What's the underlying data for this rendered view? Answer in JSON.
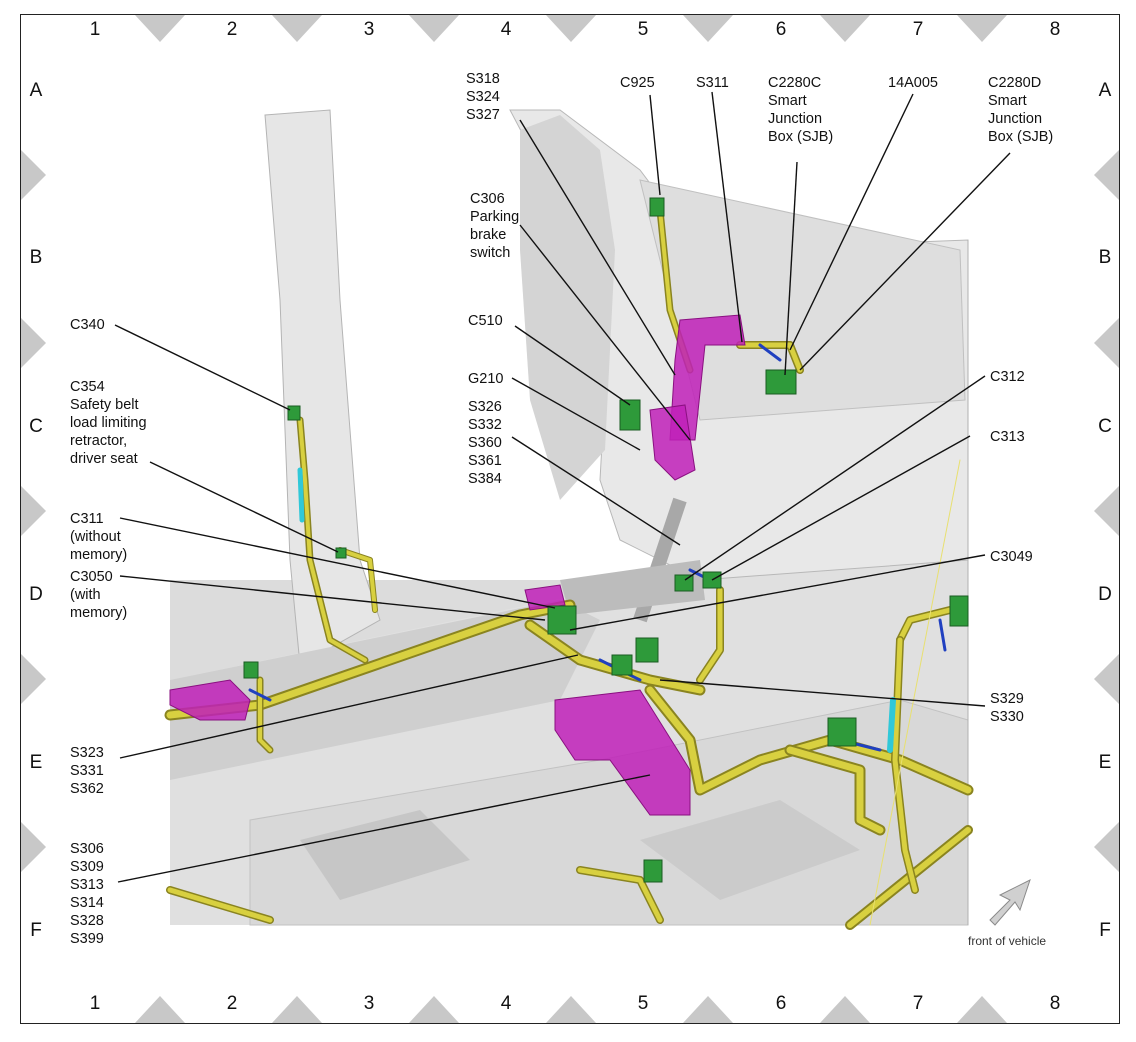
{
  "grid": {
    "columns": [
      "1",
      "2",
      "3",
      "4",
      "5",
      "6",
      "7",
      "8"
    ],
    "rows": [
      "A",
      "B",
      "C",
      "D",
      "E",
      "F"
    ]
  },
  "callouts": {
    "s318_s324_s327": "S318\nS324\nS327",
    "c925": "C925",
    "s311": "S311",
    "c2280c": "C2280C\nSmart\nJunction\nBox (SJB)",
    "a14005": "14A005",
    "c2280d": "C2280D\nSmart\nJunction\nBox (SJB)",
    "c306": "C306\nParking\nbrake\nswitch",
    "c340": "C340",
    "c510": "C510",
    "c354": "C354\nSafety belt\nload limiting\nretractor,\ndriver seat",
    "g210": "G210",
    "s326_group": "S326\nS332\nS360\nS361\nS384",
    "c312": "C312",
    "c313": "C313",
    "c311": "C311\n(without\nmemory)",
    "c3050": "C3050\n(with\nmemory)",
    "c3049": "C3049",
    "s329_s330": "S329\nS330",
    "s323_group": "S323\nS331\nS362",
    "s306_group": "S306\nS309\nS313\nS314\nS328\nS399"
  },
  "front_label": "front of vehicle",
  "colors": {
    "harness": "#d8d040",
    "harness_dark": "#8a8420",
    "connector": "#2e9a3a",
    "magenta": "#c020b8",
    "cyan": "#30c8d8",
    "blue_wire": "#2040c0",
    "body_panel": "#e4e4e4",
    "edge_marker": "#c8c8c8"
  }
}
